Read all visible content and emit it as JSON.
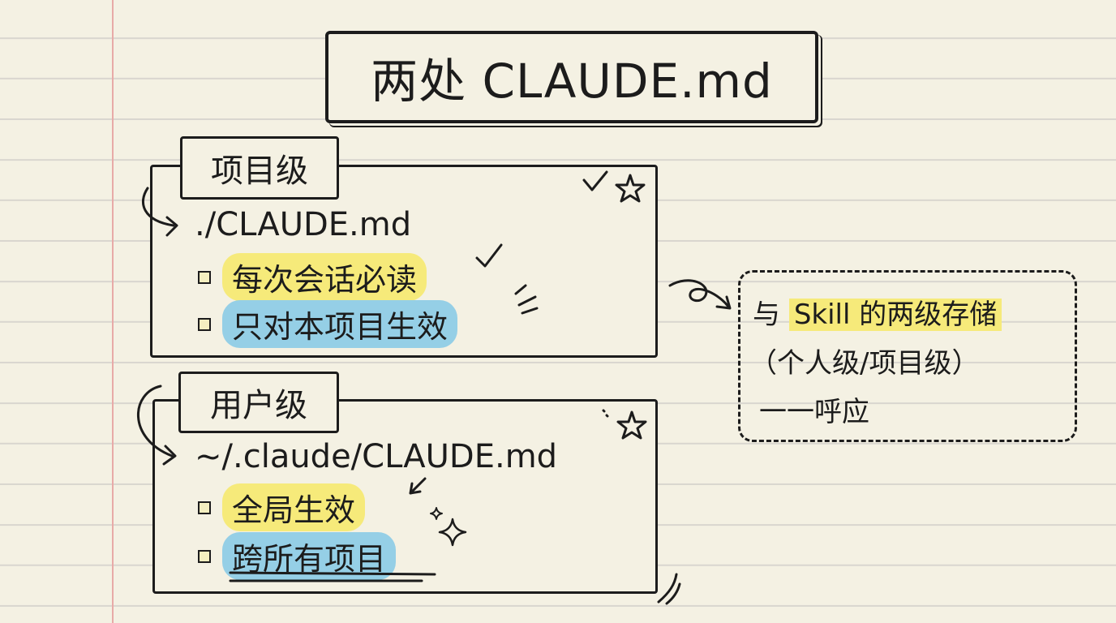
{
  "title": "两处 CLAUDE.md",
  "project_level": {
    "tag": "项目级",
    "path": "./CLAUDE.md",
    "items": [
      {
        "text": "每次会话必读",
        "highlight": "#f6ea7a"
      },
      {
        "text": "只对本项目生效",
        "highlight": "#95cfe6"
      }
    ]
  },
  "user_level": {
    "tag": "用户级",
    "path": "~/.claude/CLAUDE.md",
    "items": [
      {
        "text": "全局生效",
        "highlight": "#f6ea7a"
      },
      {
        "text": "跨所有项目",
        "highlight": "#95cfe6"
      }
    ]
  },
  "note": {
    "line1_prefix": "与 ",
    "line1_highlight": "Skill 的两级存储",
    "line2": "（个人级/项目级）",
    "line3": "一一呼应"
  },
  "colors": {
    "paper": "#f4f1e3",
    "rule_line": "#d9d6cf",
    "margin_line": "#e8aaa8",
    "highlight_yellow": "#f6ea7a",
    "highlight_blue": "#95cfe6",
    "ink": "#1c1c1c"
  },
  "decorations": [
    "check-icon",
    "star-icon",
    "sparkle-icon",
    "arrow-icon"
  ]
}
